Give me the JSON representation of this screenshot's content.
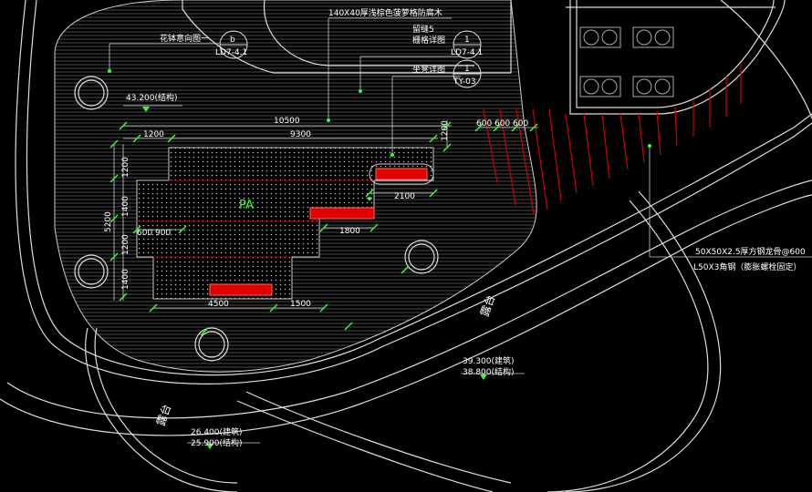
{
  "labels": {
    "wood": "140X40厚浅棕色菠萝格防腐木",
    "planter": "花钵意向图一",
    "planter_ref_a": "b",
    "planter_ref_b": "LD7-4.1",
    "gap": "留缝5",
    "grille": "栅格详图",
    "grille_ref_a": "1",
    "grille_ref_b": "LD7-4.1",
    "bench": "坐凳详图",
    "bench_ref_a": "1",
    "bench_ref_b": "TY-03",
    "steel1": "50X50X2.5厚方钢龙骨@600",
    "steel2": "L50X3角钢（膨胀螺栓固定）",
    "pa": "PA",
    "terrace1": "露台",
    "terrace2": "露台",
    "elev_top": "43.200(结构)",
    "elev_mid_a": "39.300(建筑)",
    "elev_mid_b": "38.800(结构)",
    "elev_low_a": "26.400(建筑)",
    "elev_low_b": "25.900(结构)"
  },
  "dimensions": {
    "d10500": "10500",
    "d9300": "9300",
    "d1200a": "1200",
    "d1200b": "1200",
    "d1200c": "1200",
    "d1200d": "1200",
    "d1400a": "1400",
    "d1400b": "1400",
    "d5200": "5200",
    "d600": "600",
    "d900": "900",
    "d2100": "2100",
    "d1800": "1800",
    "d4500": "4500",
    "d1500": "1500",
    "d600a": "600",
    "d600b": "600",
    "d600c": "600"
  },
  "colors": {
    "wall": "#ffffff",
    "hatch": "#3a3a3a",
    "red": "#e00000",
    "green": "#33ff33"
  }
}
